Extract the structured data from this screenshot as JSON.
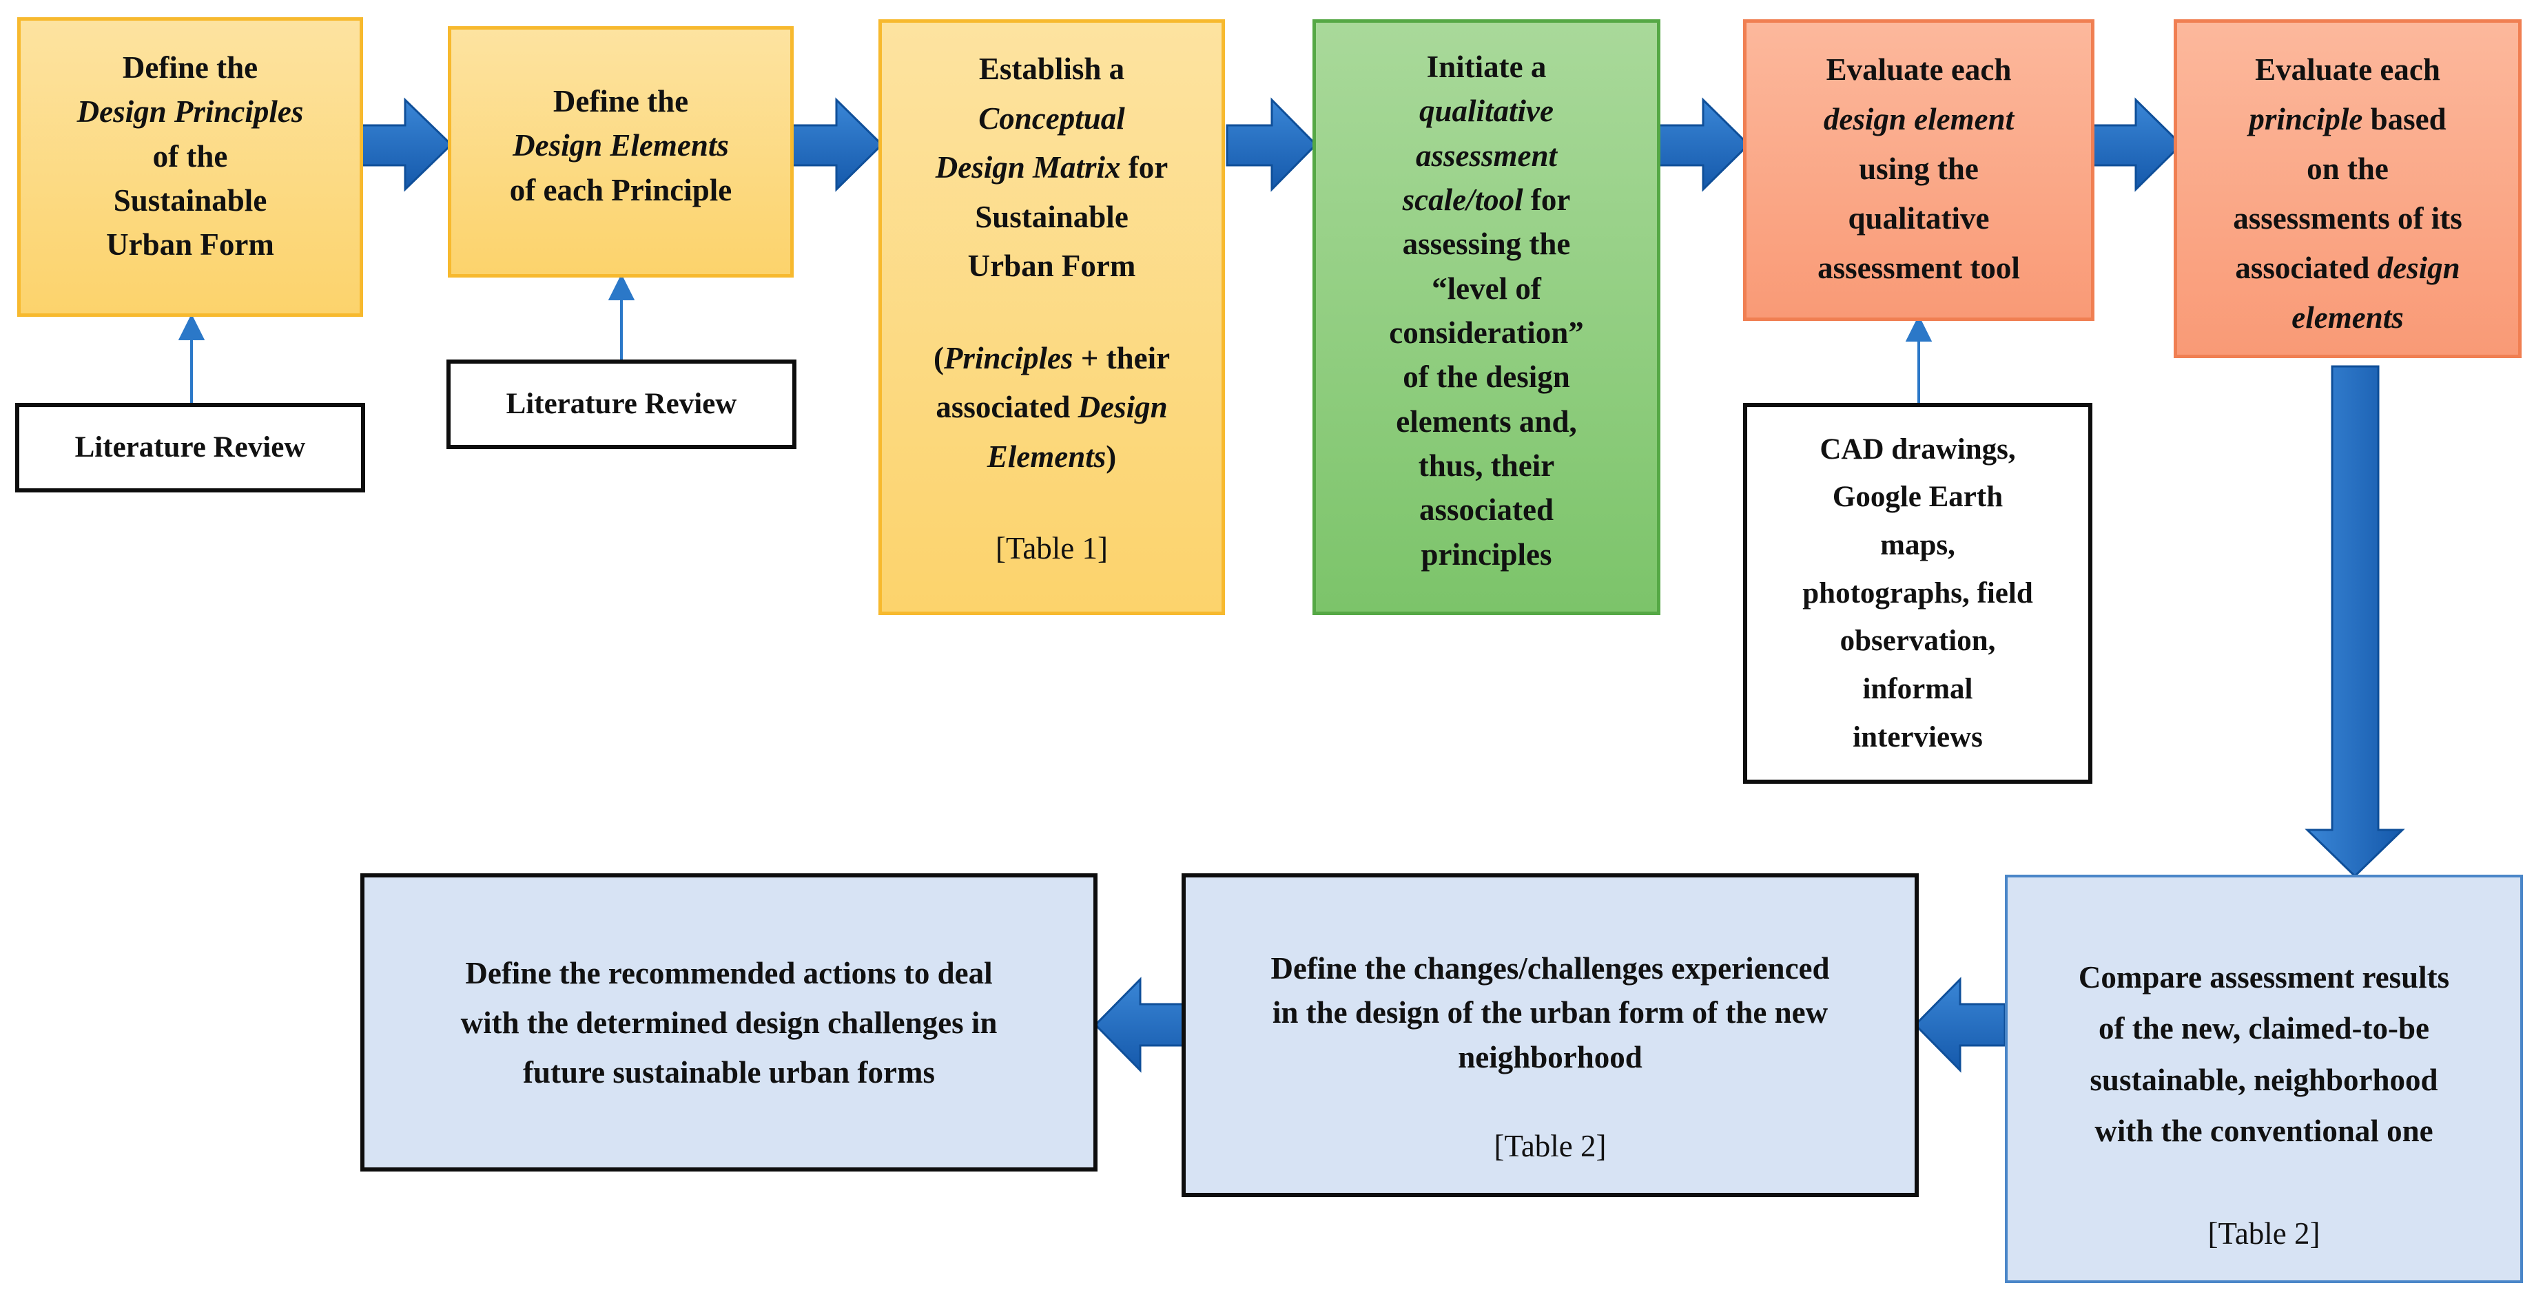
{
  "steps": {
    "s1": {
      "l1": "Define the",
      "l2": "Design Principles",
      "l3": "of the",
      "l4": "Sustainable",
      "l5": "Urban Form"
    },
    "s2": {
      "l1": "Define the",
      "l2": "Design Elements",
      "l3": "of each Principle"
    },
    "s3": {
      "l1": "Establish a",
      "l2": "Conceptual",
      "l3a": "Design Matrix",
      "l3b": " for",
      "l4": "Sustainable",
      "l5": "Urban Form",
      "l6a": "(",
      "l6b": "Principles",
      "l6c": " + their",
      "l7a": "associated ",
      "l7b": "Design",
      "l8a": "Elements",
      "l8b": ")",
      "table": "[Table 1]"
    },
    "s4": {
      "l1": "Initiate a",
      "l2": "qualitative",
      "l3": "assessment",
      "l4a": "scale/tool",
      "l4b": " for",
      "l5": "assessing the",
      "l6": "“level of",
      "l7": "consideration”",
      "l8": "of the design",
      "l9": "elements and,",
      "l10": "thus, their",
      "l11": "associated",
      "l12": "principles"
    },
    "s5": {
      "l1": "Evaluate each",
      "l2": "design element",
      "l3": "using the",
      "l4": "qualitative",
      "l5": "assessment tool"
    },
    "s6": {
      "l1": "Evaluate each",
      "l2a": "principle",
      "l2b": " based",
      "l3": "on the",
      "l4": "assessments of its",
      "l5a": "associated ",
      "l5b": "design",
      "l6": "elements"
    },
    "s7": {
      "l1": "Compare assessment results",
      "l2": "of the new, claimed-to-be",
      "l3": "sustainable, neighborhood",
      "l4": "with the conventional one",
      "table": "[Table 2]"
    },
    "s8": {
      "l1": "Define the changes/challenges experienced",
      "l2": "in the design of the urban form of the new",
      "l3": "neighborhood",
      "table": "[Table 2]"
    },
    "s9": {
      "l1": "Define the recommended actions to deal",
      "l2": "with the determined design challenges in",
      "l3": "future sustainable urban forms"
    }
  },
  "sources": {
    "lit1": "Literature Review",
    "lit2": "Literature Review",
    "data": {
      "l1": "CAD drawings,",
      "l2": "Google Earth",
      "l3": "maps,",
      "l4": "photographs, field",
      "l5": "observation,",
      "l6": "informal",
      "l7": "interviews"
    }
  },
  "colors": {
    "process_yellow": "#fcd36c",
    "process_green": "#7cc46a",
    "process_orange": "#f99a76",
    "process_blue": "#d7e3f4",
    "arrow_blue": "#1f6fc6"
  },
  "icons": {
    "flow_arrow": "block-arrow",
    "input_arrow": "thin-up-arrow"
  }
}
